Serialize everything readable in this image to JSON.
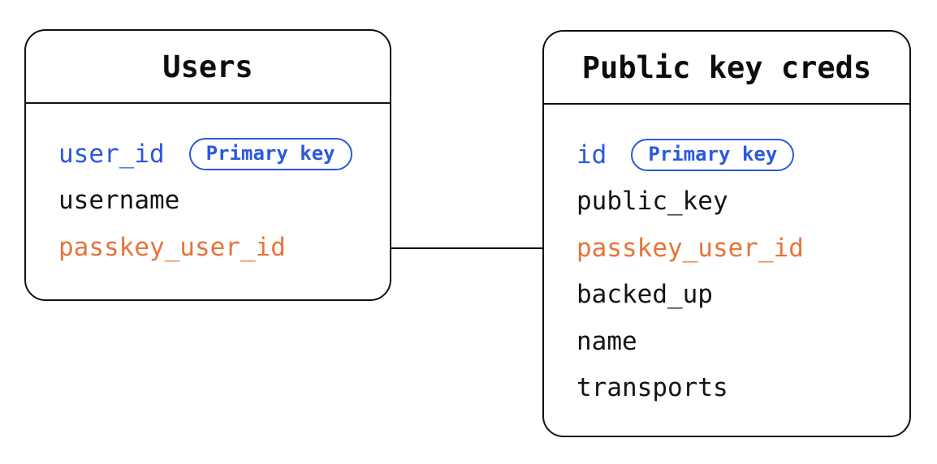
{
  "diagram": {
    "type": "entity-relationship",
    "colors": {
      "background": "#ffffff",
      "stroke": "#111111",
      "text": "#141414",
      "primary_key_blue": "#2b59d8",
      "foreign_key_orange": "#e8743a"
    },
    "tables": [
      {
        "title": "Users",
        "fields": [
          {
            "name": "user_id",
            "color": "blue",
            "badge": "Primary key"
          },
          {
            "name": "username",
            "color": "black",
            "badge": ""
          },
          {
            "name": "passkey_user_id",
            "color": "orange",
            "badge": ""
          }
        ]
      },
      {
        "title": "Public key creds",
        "fields": [
          {
            "name": "id",
            "color": "blue",
            "badge": "Primary key"
          },
          {
            "name": "public_key",
            "color": "black",
            "badge": ""
          },
          {
            "name": "passkey_user_id",
            "color": "orange",
            "badge": ""
          },
          {
            "name": "backed_up",
            "color": "black",
            "badge": ""
          },
          {
            "name": "name",
            "color": "black",
            "badge": ""
          },
          {
            "name": "transports",
            "color": "black",
            "badge": ""
          }
        ]
      }
    ],
    "connector": {
      "from_table": "Users",
      "from_field": "passkey_user_id",
      "to_table": "Public key creds",
      "to_field": "passkey_user_id"
    }
  }
}
